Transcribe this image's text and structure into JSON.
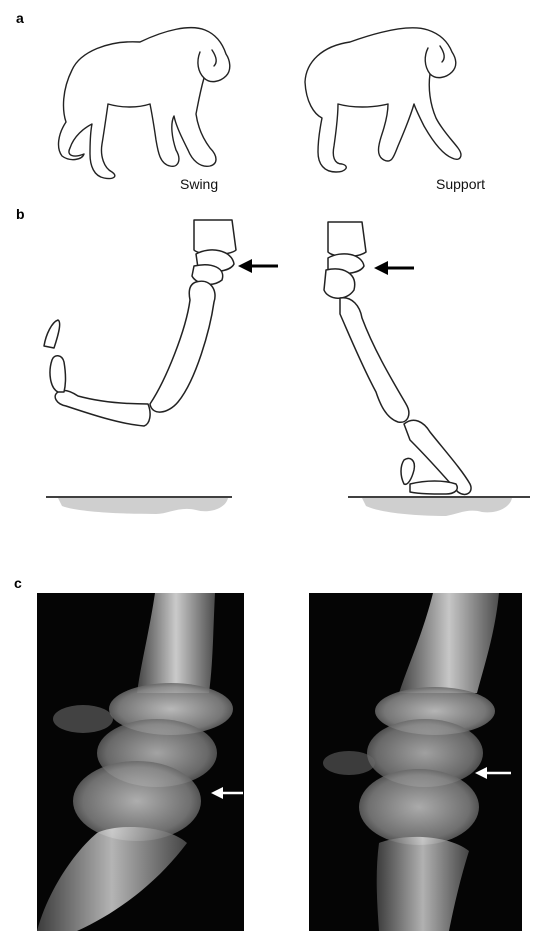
{
  "panels": {
    "a": {
      "letter": "a",
      "left_caption": "Swing",
      "right_caption": "Support"
    },
    "b": {
      "letter": "b"
    },
    "c": {
      "letter": "c"
    }
  }
}
